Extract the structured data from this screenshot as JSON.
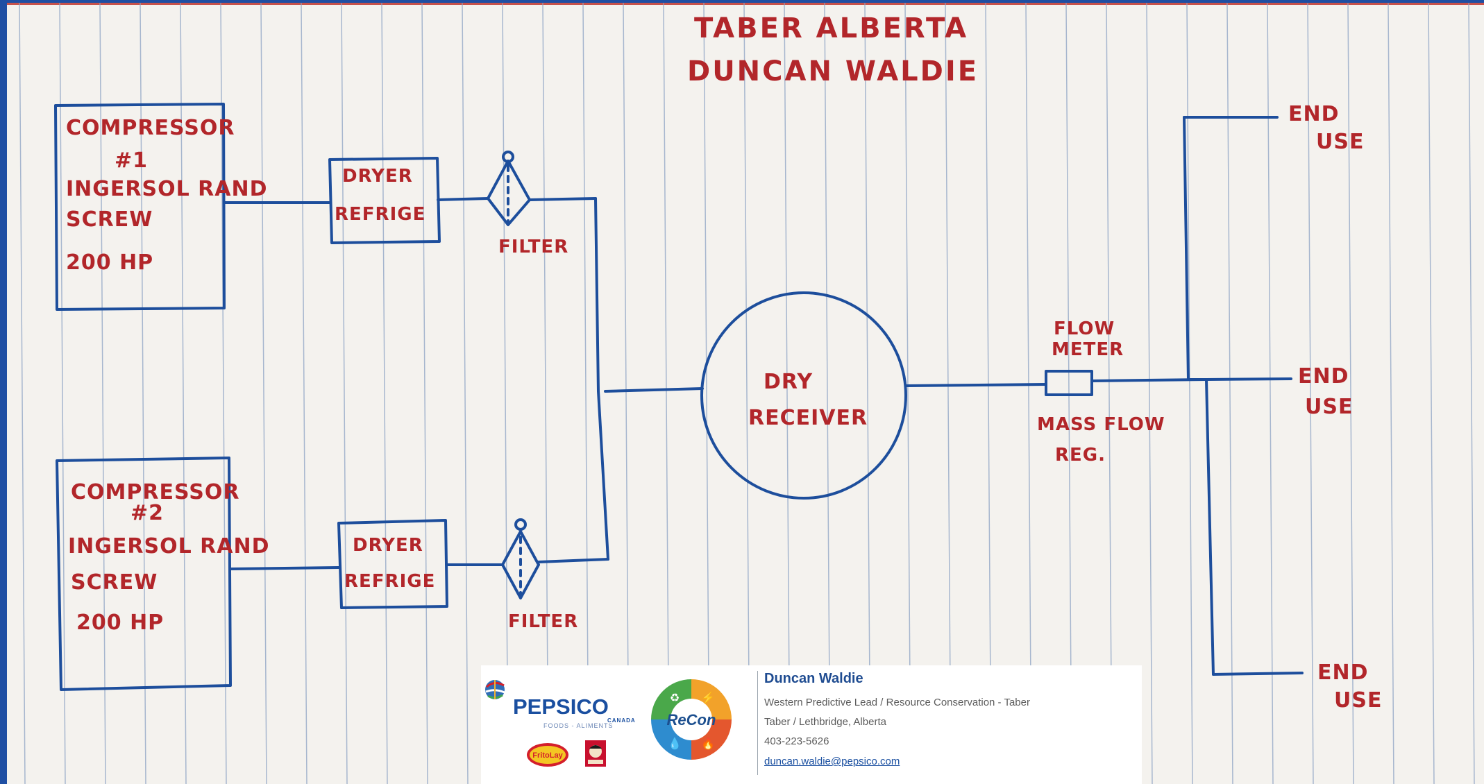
{
  "sketch": {
    "title_line1": "TABER ALBERTA",
    "title_line2": "DUNCAN WALDIE",
    "compressor1": {
      "line1": "COMPRESSOR",
      "line2": "#1",
      "line3": "INGERSOL RAND",
      "line4": "SCREW",
      "line5": "200 HP"
    },
    "compressor2": {
      "line1": "COMPRESSOR",
      "line2": "#2",
      "line3": "INGERSOL RAND",
      "line4": "SCREW",
      "line5": "200 HP"
    },
    "dryer1": {
      "line1": "DRYER",
      "line2": "REFRIGE"
    },
    "dryer2": {
      "line1": "DRYER",
      "line2": "REFRIGE"
    },
    "filter1": "FILTER",
    "filter2": "FILTER",
    "receiver": {
      "line1": "DRY",
      "line2": "RECEIVER"
    },
    "flow_meter": {
      "line1": "FLOW",
      "line2": "METER"
    },
    "mass_flow": {
      "line1": "MASS FLOW",
      "line2": "REG."
    },
    "end_use_1": {
      "line1": "END",
      "line2": "USE"
    },
    "end_use_2": {
      "line1": "END",
      "line2": "USE"
    },
    "end_use_3": {
      "line1": "END",
      "line2": "USE"
    },
    "ink_color": "#1d4e9c",
    "marker_color": "#b2262a"
  },
  "signature": {
    "pepsico_word": "PEPSICO",
    "pepsico_canada": "CANADA",
    "pepsico_foods": "FOODS - ALIMENTS",
    "fritolay": "FritoLay",
    "recon": "ReCon",
    "name": "Duncan Waldie",
    "title": "Western Predictive Lead / Resource Conservation - Taber",
    "location": "Taber / Lethbridge, Alberta",
    "phone": "403-223-5626",
    "email": "duncan.waldie@pepsico.com"
  }
}
